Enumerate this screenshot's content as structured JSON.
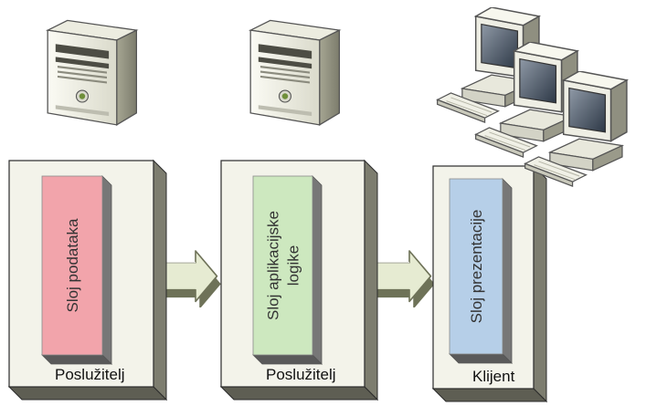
{
  "tiers": [
    {
      "label": "Poslužitelj",
      "layer_lines": [
        "Sloj podataka"
      ],
      "layer_color": "#f2a4ab",
      "host": "server"
    },
    {
      "label": "Poslužitelj",
      "layer_lines": [
        "Sloj aplikacijske",
        "logike"
      ],
      "layer_color": "#cde8bf",
      "host": "server"
    },
    {
      "label": "Klijent",
      "layer_lines": [
        "Sloj prezentacije"
      ],
      "layer_color": "#b6cfe8",
      "host": "workstations"
    }
  ],
  "colors": {
    "panel_face": "#f3f3ea",
    "panel_side": "#7d7d6f",
    "panel_stroke": "#2b2b2b",
    "arrow_fill": "#e6ebd2",
    "arrow_stroke": "#6e7258"
  },
  "icons": {
    "server": "server-tower-icon",
    "workstations": "desktop-computers-icon",
    "connector": "double-arrow-icon"
  }
}
